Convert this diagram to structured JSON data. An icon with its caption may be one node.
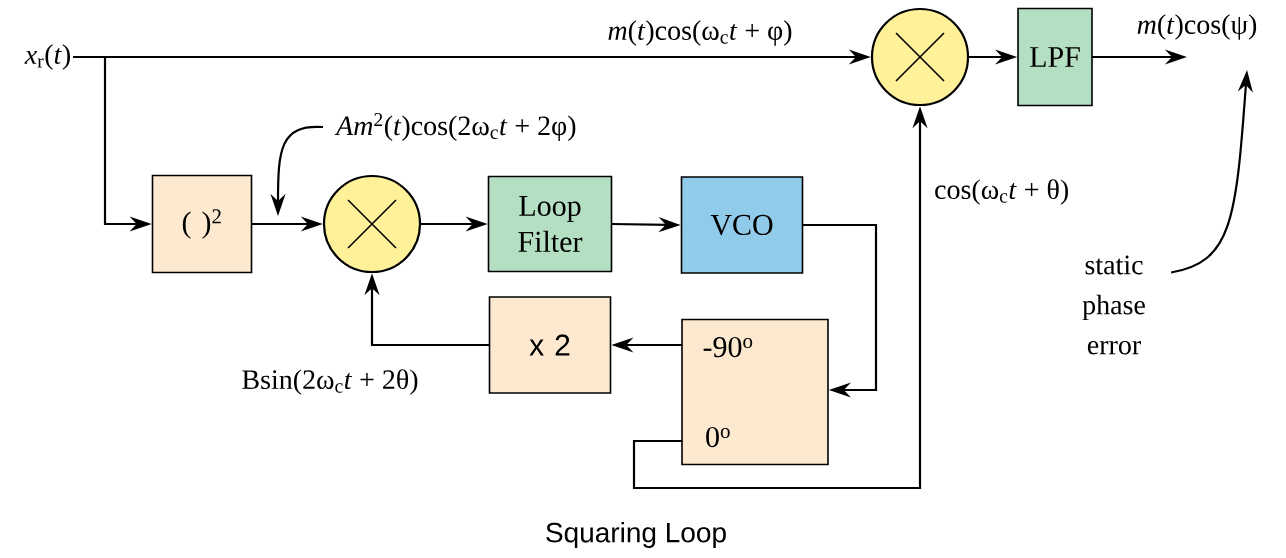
{
  "diagram": {
    "caption": "Squaring Loop",
    "nodes": [
      {
        "text": [
          "*x*$_{r}$(*t*)"
        ]
      },
      {
        "text": [
          "( )$^{2}$"
        ]
      },
      {
        "text": [],
        "shape": "circle"
      },
      {
        "text": [
          "Loop Filter"
        ]
      },
      {
        "text": [
          "VCO"
        ]
      },
      {
        "text": [
          "x 2"
        ]
      },
      {
        "text": [
          "-90$^{o}$",
          "0$^{o}$"
        ]
      },
      {
        "text": [],
        "shape": "circle"
      },
      {
        "text": [
          "LPF"
        ]
      },
      {
        "text": [
          "static phase error"
        ]
      },
      {
        "text": [
          "*Am*$^{2}$(*t*)cos(2ω$_{c}$*t* + 2φ)"
        ]
      }
    ],
    "edges": [
      {
        "from": 0,
        "to": 1,
        "arrow": "to"
      },
      {
        "from": 0,
        "to": 7,
        "arrow": "to",
        "label": "*m*(*t*)cos(ω$_{c}$*t* + φ)"
      },
      {
        "from": 1,
        "to": 2,
        "arrow": "to"
      },
      {
        "from": 2,
        "to": 3,
        "arrow": "to"
      },
      {
        "from": 3,
        "to": 4,
        "arrow": "to"
      },
      {
        "from": 4,
        "to": 6,
        "arrow": "to"
      },
      {
        "from": 6,
        "to": 5,
        "arrow": "to"
      },
      {
        "from": 5,
        "to": 2,
        "arrow": "to",
        "label": "Bsin(2ω$_{c}$*t* + 2θ)"
      },
      {
        "from": 6,
        "to": 7,
        "arrow": "to",
        "label": "cos(ω$_{c}$*t* + θ)"
      },
      {
        "from": 7,
        "to": 8,
        "arrow": "to"
      },
      {
        "from": 8,
        "to": null,
        "arrow": "to",
        "label": "*m*(*t*)cos(ψ)"
      },
      {
        "from": 9,
        "to": null,
        "arrow": "to"
      },
      {
        "from": 10,
        "to": null,
        "arrow": "to"
      }
    ]
  }
}
